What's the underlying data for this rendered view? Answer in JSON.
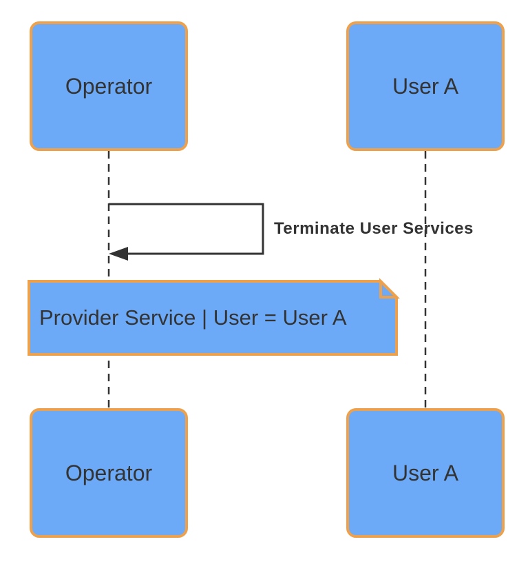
{
  "colors": {
    "background": "#ffffff",
    "shape-fill": "#6CAAF8",
    "shape-border": "#EDA14D",
    "line": "#333333",
    "text": "#333333"
  },
  "actors": [
    {
      "label": "Operator"
    },
    {
      "label": "User A"
    }
  ],
  "messages": [
    {
      "label": "Terminate User Services",
      "kind": "self-message",
      "lifeline": "Operator"
    }
  ],
  "notes": [
    {
      "text": "Provider Service | User = User A"
    }
  ]
}
